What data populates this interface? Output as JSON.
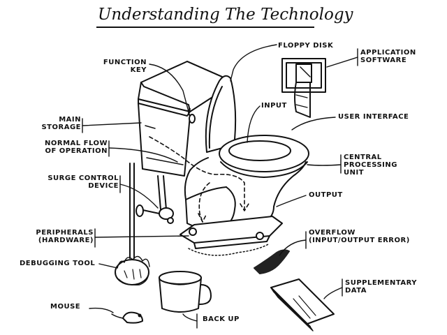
{
  "title": "Understanding The Technology",
  "labels": {
    "function_key_1": "FUNCTION",
    "function_key_2": "KEY",
    "floppy_disk": "FLOPPY DISK",
    "application_software_1": "APPLICATION",
    "application_software_2": "SOFTWARE",
    "input": "INPUT",
    "user_interface": "USER INTERFACE",
    "main_storage_1": "MAIN",
    "main_storage_2": "STORAGE",
    "normal_flow_1": "NORMAL FLOW",
    "normal_flow_2": "OF OPERATION",
    "cpu_1": "CENTRAL",
    "cpu_2": "PROCESSING",
    "cpu_3": "UNIT",
    "surge_control_1": "SURGE CONTROL",
    "surge_control_2": "DEVICE",
    "output": "OUTPUT",
    "peripherals_1": "PERIPHERALS",
    "peripherals_2": "(HARDWARE)",
    "overflow_1": "OVERFLOW",
    "overflow_2": "(INPUT/OUTPUT ERROR)",
    "debugging_tool": "DEBUGGING TOOL",
    "supplementary_data_1": "SUPPLEMENTARY",
    "supplementary_data_2": "DATA",
    "mouse": "MOUSE",
    "back_up": "BACK UP"
  },
  "colors": {
    "ink": "#111111",
    "paper": "#ffffff"
  }
}
